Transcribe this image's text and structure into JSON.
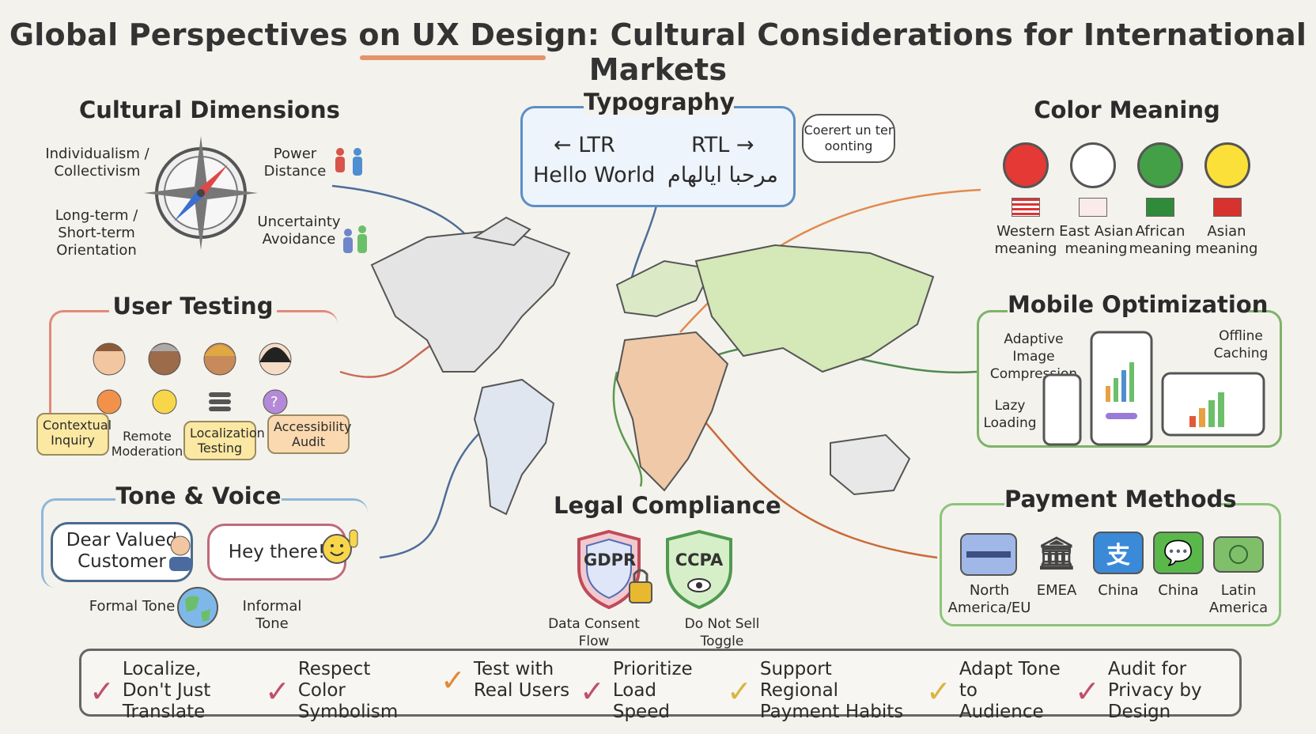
{
  "title": "Global Perspectives on UX Design: Cultural Considerations for International Markets",
  "cultural_dimensions": {
    "heading": "Cultural Dimensions",
    "individualism": "Individualism / Collectivism",
    "power_distance": "Power Distance",
    "long_term": "Long-term / Short-term Orientation",
    "uncertainty": "Uncertainty Avoidance"
  },
  "typography": {
    "heading": "Typography",
    "ltr": "← LTR",
    "rtl": "RTL →",
    "hello": "Hello World",
    "arabic": "مرحبا ايالهام",
    "bubble": "Coerert un ter oonting"
  },
  "color_meaning": {
    "heading": "Color Meaning",
    "items": [
      {
        "label": "Western meaning",
        "color": "#e53935"
      },
      {
        "label": "East Asian meaning",
        "color": "#ffffff"
      },
      {
        "label": "African meaning",
        "color": "#43a047"
      },
      {
        "label": "Asian meaning",
        "color": "#fbe03a"
      }
    ]
  },
  "user_testing": {
    "heading": "User Testing",
    "methods": [
      "Contextual Inquiry",
      "Remote Moderation",
      "Localization Testing",
      "Accessibility Audit"
    ]
  },
  "mobile": {
    "heading": "Mobile Optimization",
    "adaptive": "Adaptive Image Compression",
    "offline": "Offline Caching",
    "lazy": "Lazy Loading"
  },
  "tone": {
    "heading": "Tone & Voice",
    "formal_bubble": "Dear Valued Customer",
    "informal_bubble": "Hey there!",
    "formal_label": "Formal Tone",
    "informal_label": "Informal Tone"
  },
  "legal": {
    "heading": "Legal Compliance",
    "gdpr": "GDPR",
    "ccpa": "CCPA",
    "gdpr_label": "Data Consent Flow",
    "ccpa_label": "Do Not Sell Toggle"
  },
  "payment": {
    "heading": "Payment Methods",
    "items": [
      "North America/EU",
      "EMEA",
      "China",
      "China",
      "Latin America"
    ]
  },
  "tips": [
    "Localize, Don't Just Translate",
    "Respect Color Symbolism",
    "Test with Real Users",
    "Prioritize Load Speed",
    "Support Regional Payment Habits",
    "Adapt Tone to Audience",
    "Audit for Privacy by Design"
  ],
  "colors": {
    "frame_typography": "#5b8fc7",
    "frame_user_testing": "#e08a7a",
    "frame_mobile": "#7fb26a",
    "frame_tone": "#8fb7d9",
    "frame_payment": "#8bc47a",
    "check_red": "#c0506a",
    "check_orange": "#e08a3a",
    "check_yellow": "#d9b440"
  }
}
